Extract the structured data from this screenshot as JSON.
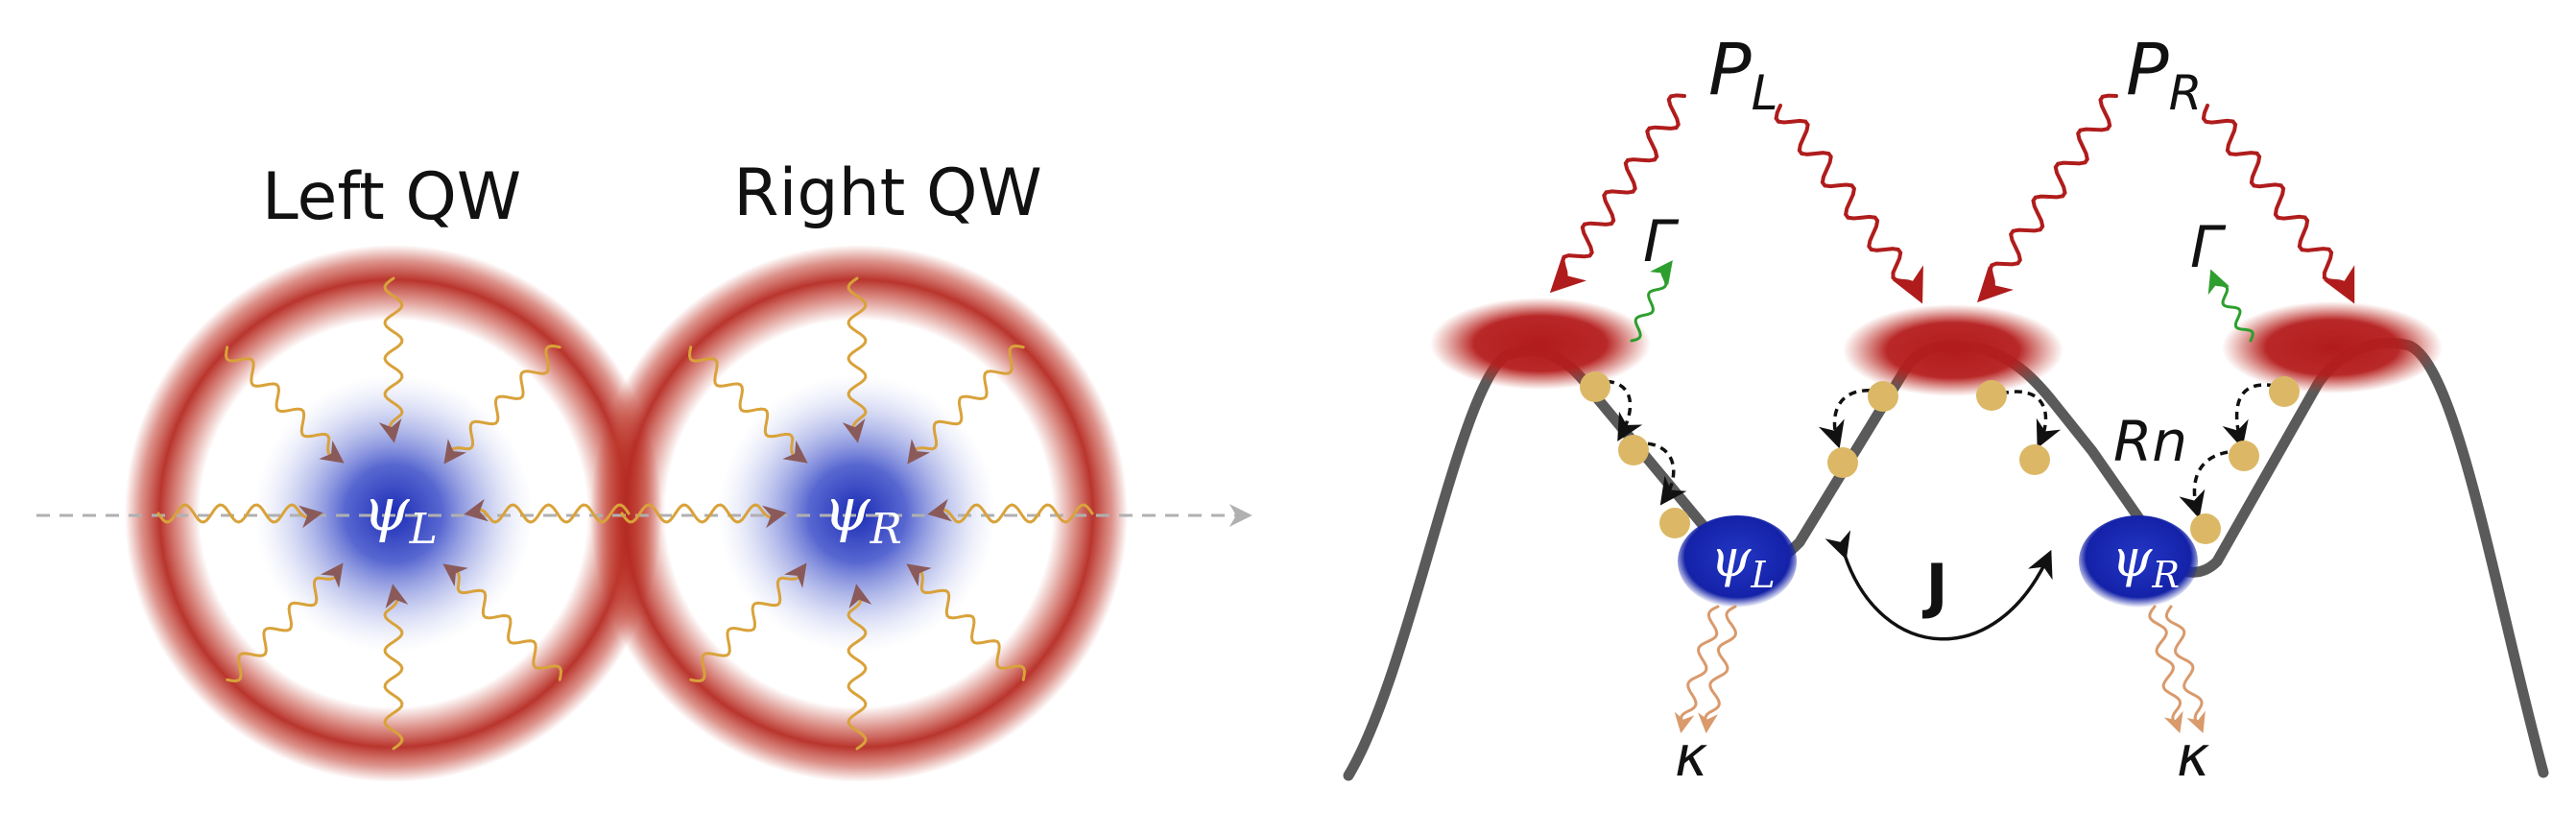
{
  "left_panel": {
    "left_well_title": "Left QW",
    "right_well_title": "Right QW",
    "left_condensate": {
      "symbol": "ψ",
      "subscript": "L"
    },
    "right_condensate": {
      "symbol": "ψ",
      "subscript": "R"
    }
  },
  "right_panel": {
    "pump_left": {
      "symbol": "P",
      "subscript": "L"
    },
    "pump_right": {
      "symbol": "P",
      "subscript": "R"
    },
    "gamma_left": "Γ",
    "gamma_right": "Γ",
    "relaxation_label": "Rn",
    "coupling_label": "J",
    "loss_left": "κ",
    "loss_right": "κ",
    "left_condensate": {
      "symbol": "ψ",
      "subscript": "L"
    },
    "right_condensate": {
      "symbol": "ψ",
      "subscript": "R"
    }
  },
  "colors": {
    "reservoir_red": "#b31b1b",
    "pump_red": "#b01c1c",
    "condensate_blue": "#1a2bb5",
    "polariton_gold": "#dcb866",
    "gamma_green": "#2e9e2e",
    "loss_orange": "#d99a6c",
    "potential_gray": "#5a5a5a"
  }
}
